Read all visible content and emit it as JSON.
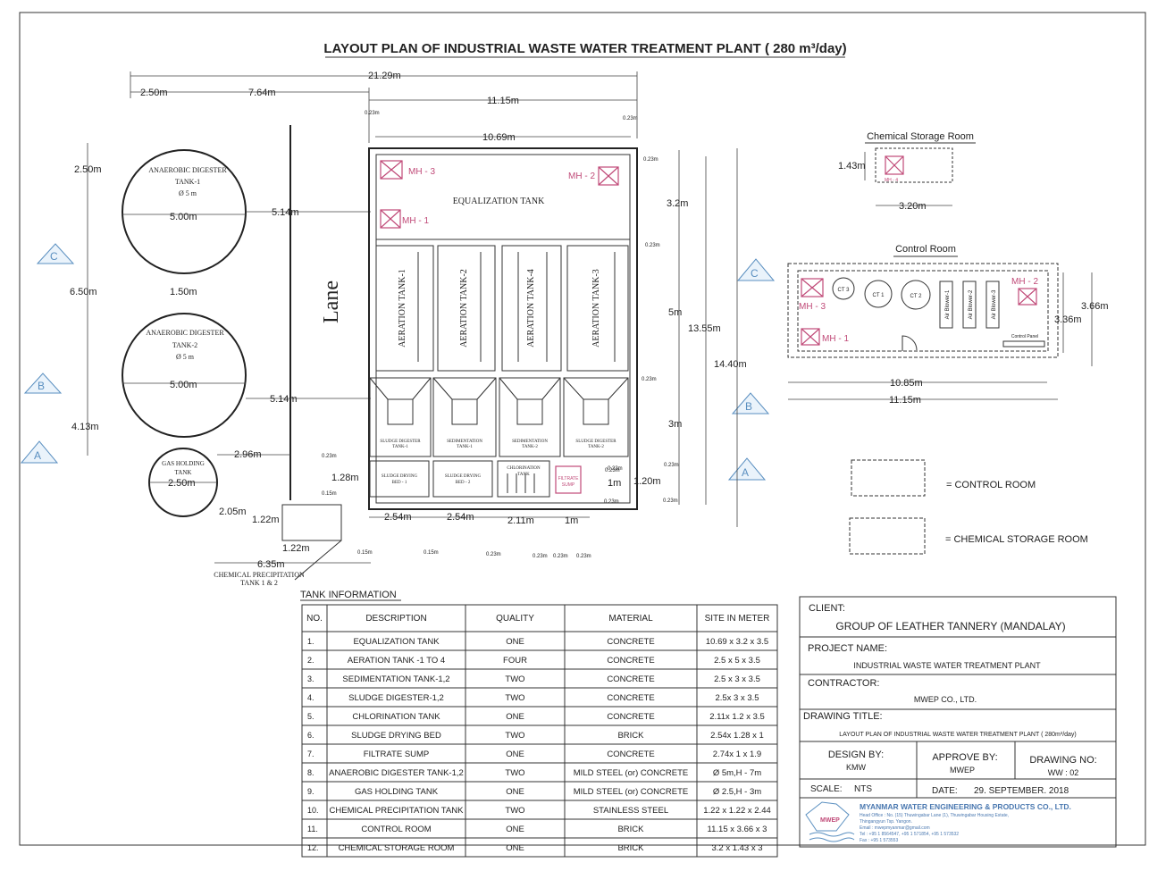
{
  "title": "LAYOUT PLAN OF INDUSTRIAL WASTE WATER TREATMENT PLANT ( 280 m³/day)",
  "lane": "Lane",
  "dims": {
    "total_width": "21.29m",
    "left_gap": "2.50m",
    "mid_gap": "7.64m",
    "plant_width": "11.15m",
    "inner_width": "10.69m",
    "wall1": "0.23m",
    "wall2": "0.23m",
    "wall3": "0.23m",
    "wall4": "0.23m",
    "wall5": "0.23m",
    "eq_h": "3.2m",
    "aer_h": "5m",
    "sed_h": "3m",
    "inner_h": "13.55m",
    "outer_h": "14.40m",
    "d1": "5.14m",
    "d2": "5.14m",
    "top_gap": "2.50m",
    "ad_span": "6.50m",
    "gap_15": "1.50m",
    "low_span": "4.13m",
    "ad1_dia": "5.00m",
    "ad2_dia": "5.00m",
    "gh_dist": "2.96m",
    "gh_dia": "2.50m",
    "cp_h": "2.05m",
    "cp_w1": "1.22m",
    "cp_w2": "1.22m",
    "cp_total": "6.35m",
    "sdb_h": "1.28m",
    "sdb_w1": "2.54m",
    "sdb_w2": "2.54m",
    "cl_w": "2.11m",
    "fs_w": "1m",
    "fs_h": "1m",
    "fs_h2": "1.20m",
    "w015a": "0.15m",
    "w015b": "0.15m",
    "w015c": "0.15m",
    "w023a": "0.23m",
    "w023b": "0.23m",
    "w023c": "0.23m",
    "w023d": "0.23m",
    "w023e": "0.23m",
    "w023f": "0.23m",
    "w023g": "0.23m",
    "w023h": "0.23m",
    "w023i": "0.23m",
    "w023j": "0.23m"
  },
  "labels": {
    "ad1": [
      "ANAEROBIC DIGESTER",
      "TANK-1",
      "Ø 5 m"
    ],
    "ad2": [
      "ANAEROBIC DIGESTER",
      "TANK-2",
      "Ø 5 m"
    ],
    "gh": [
      "GAS HOLDING",
      "TANK"
    ],
    "cp": [
      "CHEMICAL PRECIPITATION",
      "TANK 1 & 2"
    ],
    "eq": "EQUALIZATION TANK",
    "mh1": "MH - 1",
    "mh2": "MH - 2",
    "mh3": "MH - 3",
    "aer": [
      "AERATION TANK-1",
      "AERATION TANK-2",
      "AERATION TANK-4",
      "AERATION TANK-3"
    ],
    "sed": [
      [
        "SLUDGE DIGESTER",
        "TANK-1"
      ],
      [
        "SEDIMENTATION",
        "TANK-1"
      ],
      [
        "SEDIMENTATION",
        "TANK-2"
      ],
      [
        "SLUDGE DIGESTER",
        "TANK-2"
      ]
    ],
    "sdb1": [
      "SLUDGE DRYING",
      "BED - 1"
    ],
    "sdb2": [
      "SLUDGE DRYING",
      "BED - 2"
    ],
    "chl": [
      "CHLORINATION",
      "TANK"
    ],
    "fs": [
      "FILTRATE",
      "SUMP"
    ],
    "sectA": "A",
    "sectB": "B",
    "sectC": "C"
  },
  "chem_room": {
    "title": "Chemical Storage Room",
    "h": "1.43m",
    "w": "3.20m",
    "mh": "MH - 4"
  },
  "control_room": {
    "title": "Control Room",
    "mh3": "MH - 3",
    "mh1": "MH - 1",
    "mh2": "MH - 2",
    "ct": [
      "CT 3",
      "CT 1",
      "CT 2"
    ],
    "blowers": [
      "Air Blower-1",
      "Air Blower-2",
      "Air Blower-3"
    ],
    "panel": "Control Panel",
    "h1": "3.66m",
    "h2": "3.36m",
    "w1": "10.85m",
    "w2": "11.15m"
  },
  "legend": [
    "= CONTROL ROOM",
    "= CHEMICAL STORAGE ROOM"
  ],
  "tank_info": {
    "title": "TANK INFORMATION",
    "headers": [
      "NO.",
      "DESCRIPTION",
      "QUALITY",
      "MATERIAL",
      "SITE IN METER"
    ],
    "rows": [
      [
        "1.",
        "EQUALIZATION TANK",
        "ONE",
        "CONCRETE",
        "10.69 x 3.2 x 3.5"
      ],
      [
        "2.",
        "AERATION TANK -1 TO 4",
        "FOUR",
        "CONCRETE",
        "2.5 x 5 x 3.5"
      ],
      [
        "3.",
        "SEDIMENTATION TANK-1,2",
        "TWO",
        "CONCRETE",
        "2.5 x 3 x 3.5"
      ],
      [
        "4.",
        "SLUDGE DIGESTER-1,2",
        "TWO",
        "CONCRETE",
        "2.5x 3 x 3.5"
      ],
      [
        "5.",
        "CHLORINATION TANK",
        "ONE",
        "CONCRETE",
        "2.11x 1.2 x 3.5"
      ],
      [
        "6.",
        "SLUDGE DRYING BED",
        "TWO",
        "BRICK",
        "2.54x 1.28 x 1"
      ],
      [
        "7.",
        "FILTRATE SUMP",
        "ONE",
        "CONCRETE",
        "2.74x 1 x 1.9"
      ],
      [
        "8.",
        "ANAEROBIC DIGESTER TANK-1,2",
        "TWO",
        "MILD STEEL (or) CONCRETE",
        "Ø 5m,H - 7m"
      ],
      [
        "9.",
        "GAS HOLDING TANK",
        "ONE",
        "MILD STEEL (or) CONCRETE",
        "Ø 2.5,H - 3m"
      ],
      [
        "10.",
        "CHEMICAL PRECIPITATION TANK",
        "TWO",
        "STAINLESS STEEL",
        "1.22 x 1.22 x 2.44"
      ],
      [
        "11.",
        "CONTROL ROOM",
        "ONE",
        "BRICK",
        "11.15 x 3.66 x 3"
      ],
      [
        "12.",
        "CHEMICAL STORAGE ROOM",
        "ONE",
        "BRICK",
        "3.2 x 1.43 x 3"
      ]
    ]
  },
  "title_block": {
    "client_label": "CLIENT:",
    "client": "GROUP OF LEATHER TANNERY (MANDALAY)",
    "project_label": "PROJECT NAME:",
    "project": "INDUSTRIAL WASTE WATER TREATMENT PLANT",
    "contractor_label": "CONTRACTOR:",
    "contractor": "MWEP CO., LTD.",
    "drawing_title_label": "DRAWING TITLE:",
    "drawing_title": "LAYOUT PLAN OF INDUSTRIAL WASTE WATER TREATMENT PLANT ( 280m³/day)",
    "design_label": "DESIGN BY:",
    "design": "KMW",
    "approve_label": "APPROVE BY:",
    "approve": "MWEP",
    "drawing_no_label": "DRAWING NO:",
    "drawing_no": "WW : 02",
    "scale_label": "SCALE:",
    "scale": "NTS",
    "date_label": "DATE:",
    "date": "29. SEPTEMBER. 2018",
    "company": "MYANMAR WATER ENGINEERING & PRODUCTS CO., LTD.",
    "logo": "MWEP",
    "addr": [
      "Head Office : No. (15) Thuwingabar Lane (1), Thuwingabar Housing Estate,",
      "Thingangyun Tsp. Yangon.",
      "Email : mwepmyanmar@gmail.com",
      "Tel    : +95 1 8564547, +95 1 571854, +95 1 573532",
      "Fax    : +95 1 573553"
    ]
  }
}
